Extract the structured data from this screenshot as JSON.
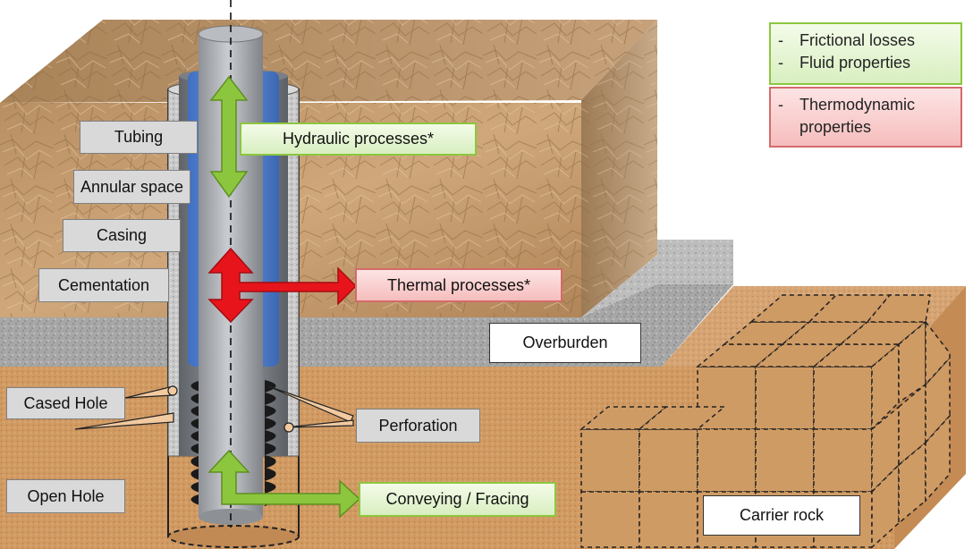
{
  "labels": {
    "tubing": "Tubing",
    "annular_space": "Annular space",
    "casing": "Casing",
    "cementation": "Cementation",
    "overburden": "Overburden",
    "cased_hole": "Cased Hole",
    "perforation": "Perforation",
    "open_hole": "Open Hole",
    "carrier_rock": "Carrier rock"
  },
  "processes": {
    "hydraulic": "Hydraulic processes*",
    "thermal": "Thermal processes*",
    "conveying": "Conveying / Fracing"
  },
  "legend": {
    "hydraulic_items": [
      "Frictional losses",
      "Fluid properties"
    ],
    "thermal_items": [
      "Thermodynamic properties"
    ]
  },
  "colors": {
    "hydraulic": "#8cc63f",
    "thermal": "#e8141b",
    "soil": "#c8a47a",
    "overburden": "#a9a9a9",
    "reservoir": "#d3a06e"
  }
}
